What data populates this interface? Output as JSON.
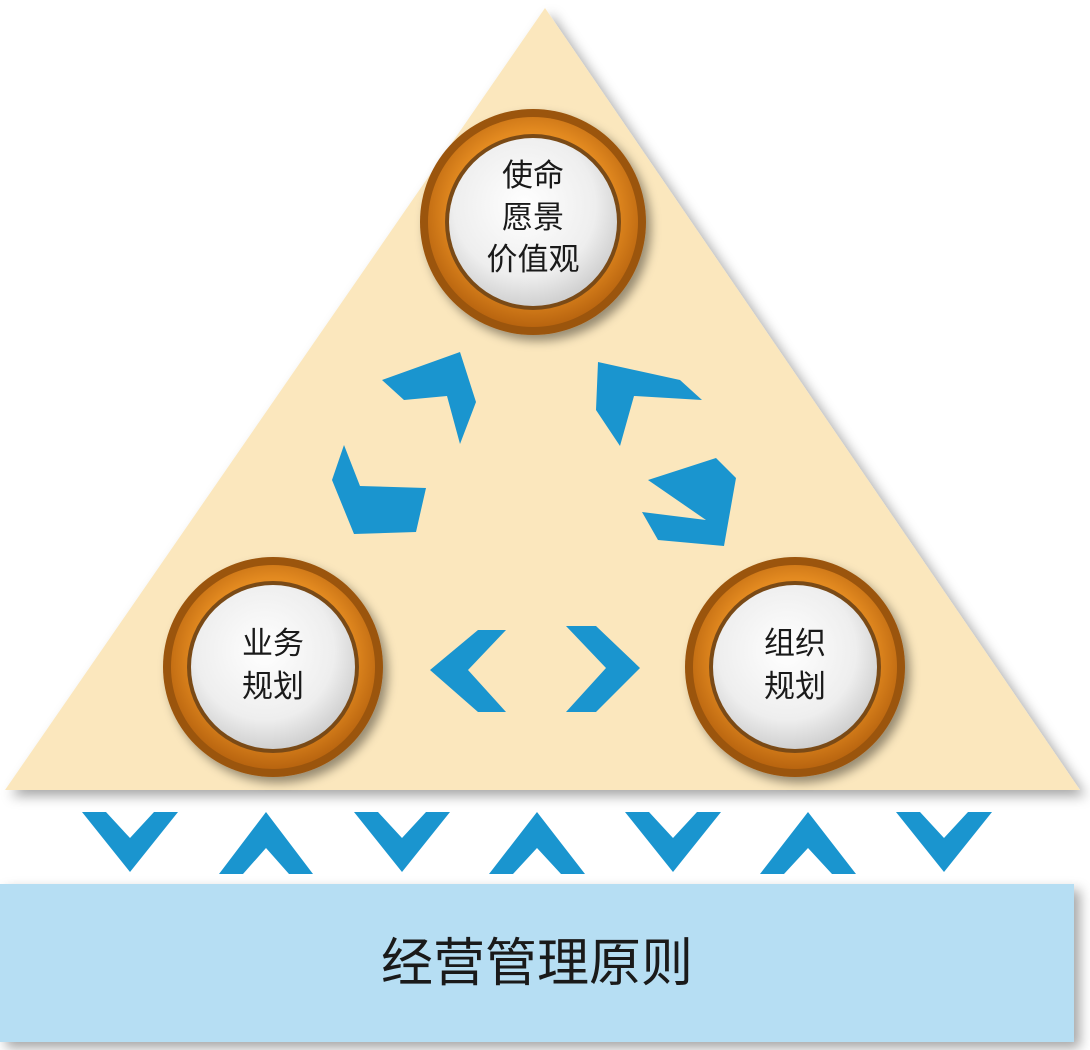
{
  "nodes": {
    "top": {
      "lines": [
        "使命",
        "愿景",
        "价值观"
      ]
    },
    "left": {
      "lines": [
        "业务",
        "规划"
      ]
    },
    "right": {
      "lines": [
        "组织",
        "规划"
      ]
    }
  },
  "base": {
    "label": "经营管理原则"
  },
  "colors": {
    "triangle_fill": "#fbe7bd",
    "arrow_blue": "#1a95cf",
    "base_fill": "#b6def3",
    "ring_orange": "#e98a1f",
    "ring_dark": "#9b5510",
    "disc_light": "#f5f5f5"
  },
  "icons": {
    "circular_arrows": "chevron-arrows",
    "bottom_row": [
      "chevron-down",
      "chevron-up",
      "chevron-down",
      "chevron-up",
      "chevron-down",
      "chevron-up",
      "chevron-down"
    ]
  }
}
